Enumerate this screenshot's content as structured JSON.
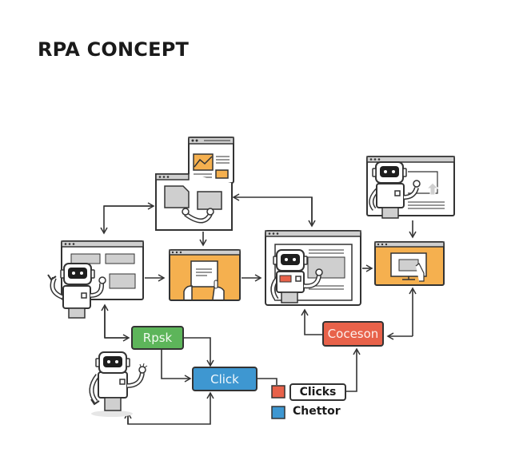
{
  "title": "RPA CONCEPT",
  "colors": {
    "orange_panel": "#f5b04f",
    "green_box": "#5db55a",
    "blue_box": "#3e97d1",
    "red_box": "#e8624a",
    "stroke": "#333333",
    "gray_fill": "#cfcfcf"
  },
  "nodes": {
    "rpsk": {
      "label": "Rpsk"
    },
    "click": {
      "label": "Click"
    },
    "coceson": {
      "label": "Coceson"
    },
    "clicks": {
      "label": "Clicks"
    }
  },
  "legend": [
    {
      "label": "Clicks",
      "color": "#e8624a"
    },
    {
      "label": "Chettor",
      "color": "#3e97d1"
    }
  ],
  "illustrations": [
    {
      "name": "dashboard-window",
      "icon": "chart-window-icon"
    },
    {
      "name": "robot-arms-window",
      "icon": "robot-arms-icon"
    },
    {
      "name": "robot-form-window",
      "icon": "robot-icon"
    },
    {
      "name": "hand-tap-window",
      "icon": "hand-tap-icon"
    },
    {
      "name": "robot-screen-window",
      "icon": "robot-icon"
    },
    {
      "name": "robot-upload-window",
      "icon": "robot-icon"
    },
    {
      "name": "monitor-window",
      "icon": "monitor-icon"
    },
    {
      "name": "standalone-robot",
      "icon": "robot-icon"
    }
  ]
}
